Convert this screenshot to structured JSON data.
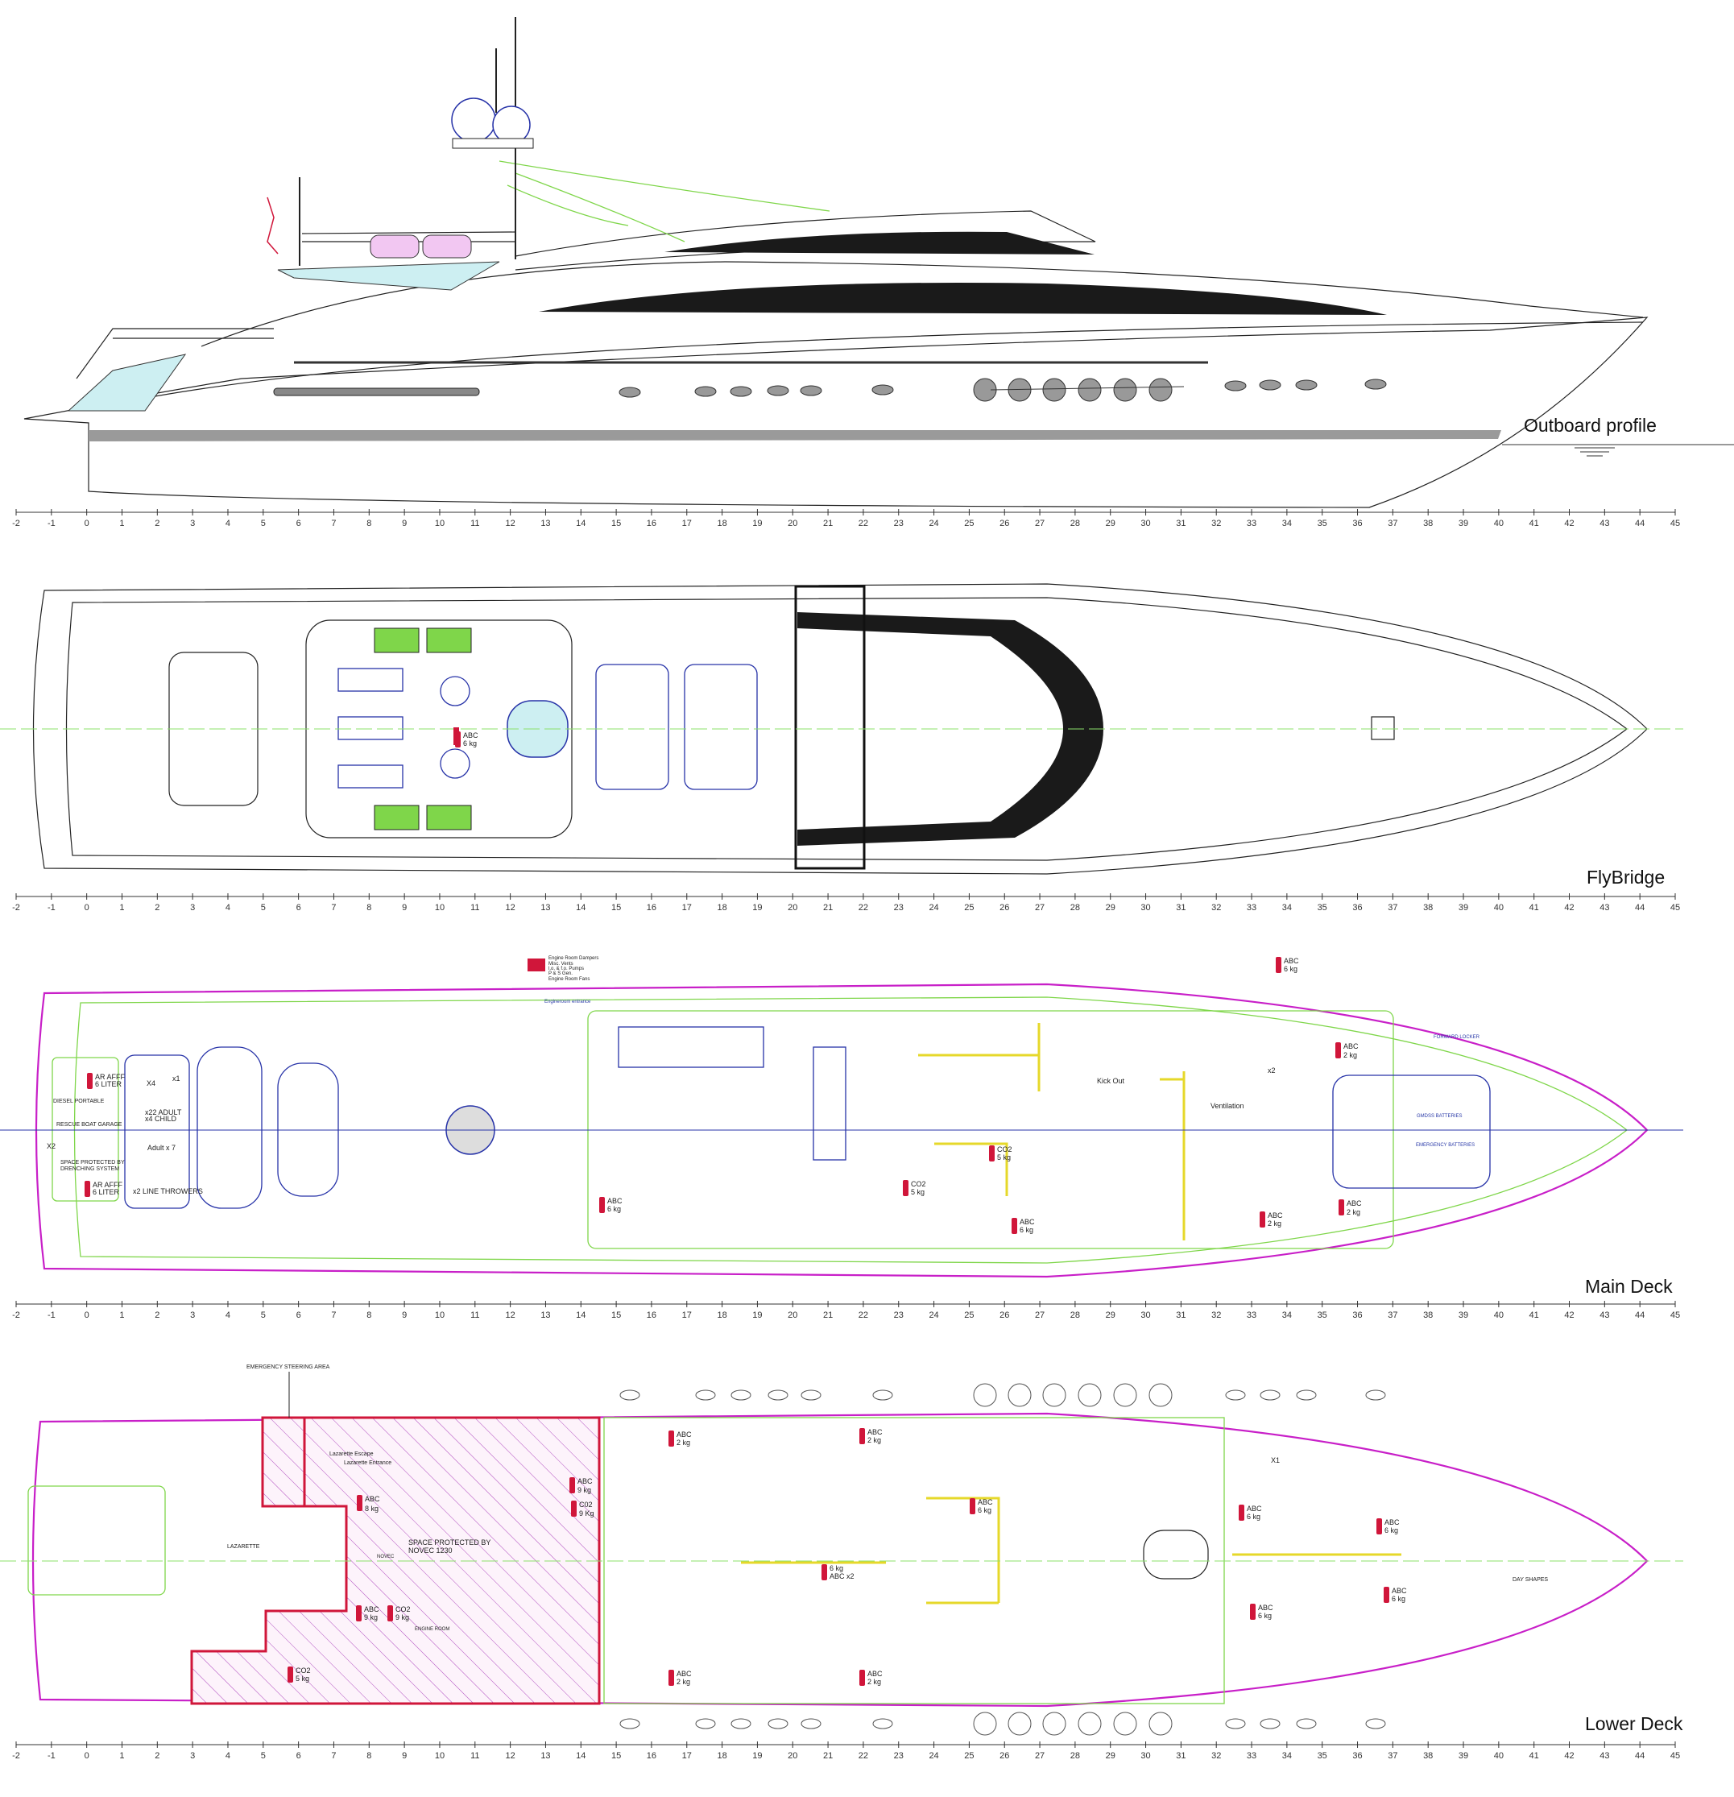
{
  "views": {
    "outboard_title": "Outboard profile",
    "flybridge_title": "FlyBridge",
    "main_deck_title": "Main Deck",
    "lower_deck_title": "Lower Deck"
  },
  "ruler_labels": [
    "-2",
    "-1",
    "0",
    "1",
    "2",
    "3",
    "4",
    "5",
    "6",
    "7",
    "8",
    "9",
    "10",
    "11",
    "12",
    "13",
    "14",
    "15",
    "16",
    "17",
    "18",
    "19",
    "20",
    "21",
    "22",
    "23",
    "24",
    "25",
    "26",
    "27",
    "28",
    "29",
    "30",
    "31",
    "32",
    "33",
    "34",
    "35",
    "36",
    "37",
    "38",
    "39",
    "40",
    "41",
    "42",
    "43",
    "44",
    "45"
  ],
  "colors": {
    "hull": "#222222",
    "safety_green": "#7fd64a",
    "furniture_blue": "#2733a8",
    "deck_outline_magenta": "#c81fc8",
    "fire_red": "#d0163a",
    "escape_yellow": "#e6d82a"
  },
  "flybridge": {
    "extinguisher": [
      "ABC",
      "6 kg"
    ]
  },
  "main_deck": {
    "ar_afff_top": [
      "AR AFFF",
      "6 LITER"
    ],
    "diesel_portable": "DIESEL PORTABLE",
    "rescue_boat_garage": "RESCUE BOAT GARAGE",
    "rescue_boat_count": "X2",
    "drenching": [
      "SPACE PROTECTED BY",
      "DRENCHING SYSTEM"
    ],
    "ar_afff_bottom": [
      "AR AFFF",
      "6 LITER"
    ],
    "lifebuoy_count": "X4",
    "mob_count": "x1",
    "lifejackets": [
      "x22 ADULT",
      "x4 CHILD"
    ],
    "immersion": "Adult  x  7",
    "line_throwers": "x2  LINE  THROWERS",
    "dampers": [
      "Engine Room Dampers",
      "Misc. Vents",
      "l.o. & f.o. Pumps",
      "P & S Gen.",
      "Engine Room Fans"
    ],
    "engineroom_entrance": "Engineroom entrance",
    "ext_stbd": [
      "ABC",
      "6 kg"
    ],
    "ext_salon": [
      "ABC",
      "6 kg"
    ],
    "ext_co2_a": [
      "CO2",
      "5 kg"
    ],
    "ext_co2_b": [
      "CO2",
      "5 kg"
    ],
    "ext_galley": [
      "ABC",
      "6 kg"
    ],
    "kick_out": "Kick Out",
    "ventilation": "Ventilation",
    "x2": "x2",
    "ext_crew": [
      "ABC",
      "2 kg"
    ],
    "ext_fwd_stbd": [
      "ABC",
      "2 kg"
    ],
    "ext_fwd_port": [
      "ABC",
      "2 kg"
    ],
    "forward_locker": "FORWARD LOCKER",
    "gmdss": "GMDSS BATTERIES",
    "emergency_batteries": "EMERGENCY BATTERIES"
  },
  "lower_deck": {
    "emergency_steering": "EMERGENCY STEERING AREA",
    "lazarette_escape": "Lazarette Escape",
    "lazarette_entrance": "Lazarette Entrance",
    "lazarette": "LAZARETTE",
    "ext_er_1": [
      "ABC",
      "8 kg"
    ],
    "novec": [
      "SPACE  PROTECTED  BY",
      "NOVEC  1230"
    ],
    "novec_icon_label": "NOVEC",
    "ext_er_2": [
      "ABC",
      "9 kg"
    ],
    "ext_er_3": [
      "C02",
      "9 Kg"
    ],
    "engine_room": "ENGINE ROOM",
    "ext_er_4": [
      "ABC",
      "9 kg"
    ],
    "ext_er_5": [
      "CO2",
      "9 kg"
    ],
    "ext_er_6": [
      "CO2",
      "5 kg"
    ],
    "ext_c1": [
      "ABC",
      "2 kg"
    ],
    "ext_c2": [
      "ABC",
      "2 kg"
    ],
    "ext_c3": [
      "ABC",
      "2 kg"
    ],
    "ext_c4": [
      "ABC",
      "2 kg"
    ],
    "ext_c5": [
      "ABC",
      "6 kg"
    ],
    "ext_c6": [
      "6  kg",
      "ABC  x2"
    ],
    "ext_f1": [
      "ABC",
      "6 kg"
    ],
    "ext_f2": [
      "ABC",
      "6 kg"
    ],
    "ext_f3": [
      "ABC",
      "6 kg"
    ],
    "ext_f4": [
      "ABC",
      "6 kg"
    ],
    "x1": "X1",
    "day_shapes": "DAY  SHAPES"
  }
}
